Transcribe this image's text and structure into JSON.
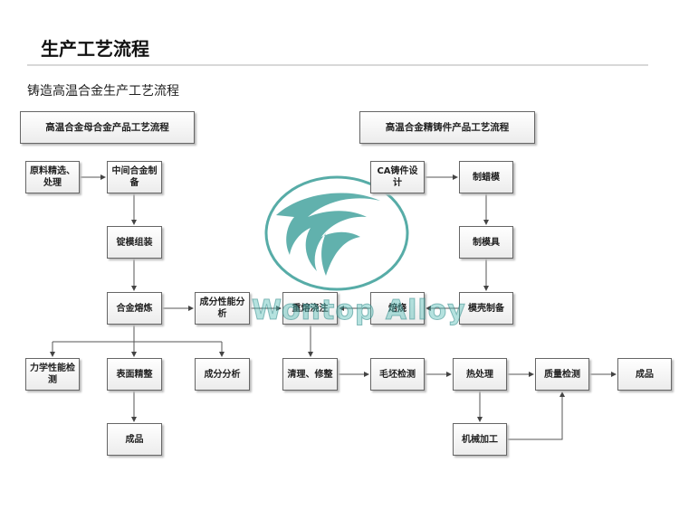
{
  "title": "生产工艺流程",
  "subtitle": "铸造高温合金生产工艺流程",
  "left_header": "高温合金母合金产品工艺流程",
  "right_header": "高温合金精铸件产品工艺流程",
  "nodes": {
    "raw": "原料精选、处理",
    "master": "中间合金制备",
    "mold": "锭模组装",
    "smelt": "合金熔炼",
    "perf": "成分性能分析",
    "remelt": "重熔浇注",
    "roast": "焙烧",
    "shell": "模壳制备",
    "die": "制模具",
    "wax": "制蜡模",
    "cad": "CA铸件设计",
    "mech": "力学性能检测",
    "surface": "表面精整",
    "comp": "成分分析",
    "product_left": "成品",
    "clean": "清理、修整",
    "blank": "毛坯检测",
    "heat": "热处理",
    "quality": "质量检测",
    "product_right": "成品",
    "machining": "机械加工"
  },
  "watermark": "Wontop Alloy",
  "colors": {
    "logo": "#3a9e98"
  }
}
